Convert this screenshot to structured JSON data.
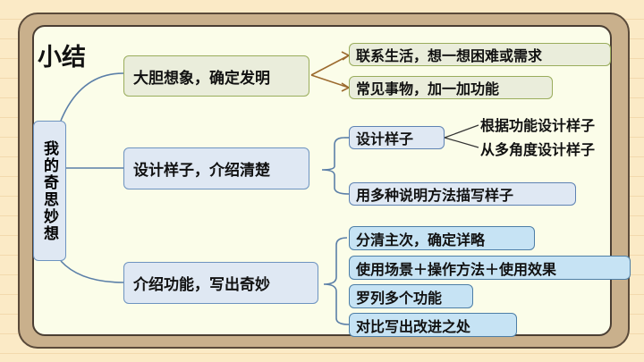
{
  "title": "小结",
  "root": "我的奇思妙想",
  "branches": [
    {
      "label": "大胆想象，确定发明",
      "items": [
        "联系生活，想一想困难或需求",
        "常见事物，加一加功能"
      ]
    },
    {
      "label": "设计样子，介绍清楚",
      "items": [
        "设计样子",
        "用多种说明方法描写样子"
      ],
      "sub": [
        "根据功能设计样子",
        "从多角度设计样子"
      ]
    },
    {
      "label": "介绍功能，写出奇妙",
      "items": [
        "分清主次，确定详略",
        "使用场景＋操作方法＋使用效果",
        "罗列多个功能",
        "对比写出改进之处"
      ]
    }
  ]
}
